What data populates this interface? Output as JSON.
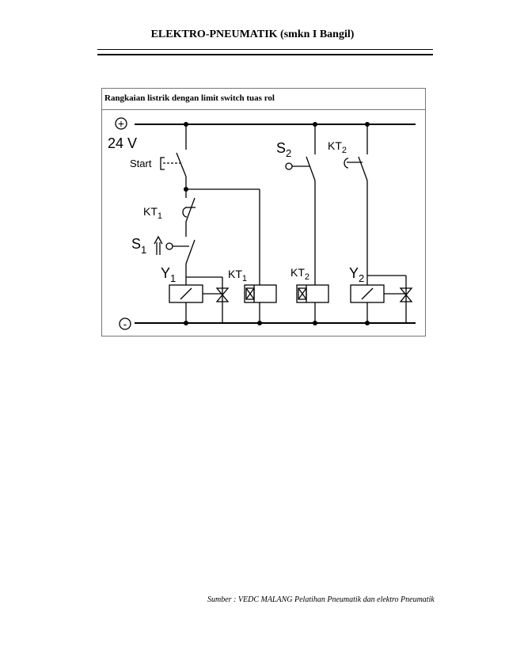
{
  "header": {
    "title": "ELEKTRO-PNEUMATIK (smkn I Bangil)"
  },
  "diagram": {
    "caption": "Rangkaian listrik dengan limit switch tuas rol",
    "supply_plus_symbol": "+",
    "supply_minus_symbol": "-",
    "voltage": "24 V",
    "start_label": "Start",
    "kt1_switch": {
      "base": "KT",
      "sub": "1"
    },
    "s1": {
      "base": "S",
      "sub": "1"
    },
    "y1": {
      "base": "Y",
      "sub": "1"
    },
    "kt1_coil": {
      "base": "KT",
      "sub": "1"
    },
    "s2": {
      "base": "S",
      "sub": "2"
    },
    "kt2_contact": {
      "base": "KT",
      "sub": "2"
    },
    "kt2_coil": {
      "base": "KT",
      "sub": "2"
    },
    "y2": {
      "base": "Y",
      "sub": "2"
    }
  },
  "footer": {
    "source": "Sumber :   VEDC MALANG Pelatihan Pneumatik dan elektro Pneumatik"
  }
}
